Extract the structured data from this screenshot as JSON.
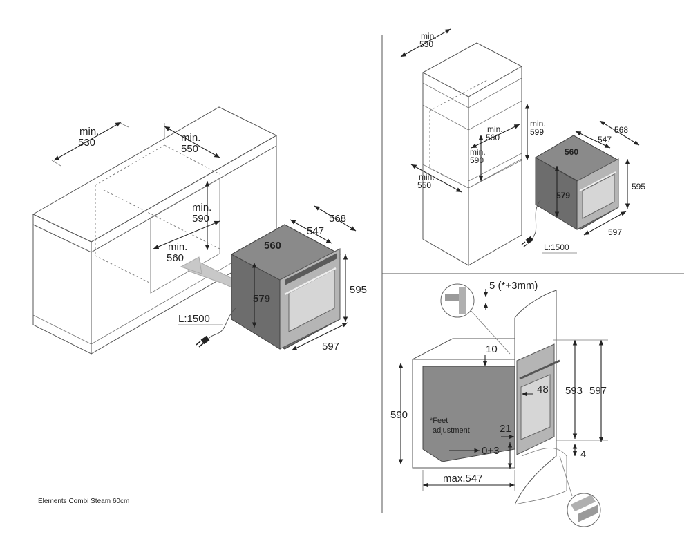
{
  "caption": "Elements Combi Steam 60cm",
  "left_drawing": {
    "depth_label": [
      "min.",
      "530"
    ],
    "width_label": [
      "min.",
      "550"
    ],
    "height_label": [
      "min.",
      "590"
    ],
    "inner_label": [
      "min.",
      "560"
    ],
    "oven_width": "560",
    "oven_depth_547": "547",
    "oven_depth_568": "568",
    "oven_height_579": "579",
    "oven_height_595": "595",
    "oven_front_width": "597",
    "cable_length": "L:1500"
  },
  "top_right_drawing": {
    "depth_label": [
      "min.",
      "530"
    ],
    "height_label": [
      "min.",
      "599"
    ],
    "inner_label": [
      "min.",
      "560"
    ],
    "height2_label": [
      "min.",
      "590"
    ],
    "width_label": [
      "min.",
      "550"
    ],
    "oven_width": "560",
    "oven_depth_547": "547",
    "oven_depth_568": "568",
    "oven_height_579": "579",
    "oven_height_595": "595",
    "oven_front_width": "597",
    "cable_length": "L:1500"
  },
  "bottom_right_drawing": {
    "gap_label": "5 (*+3mm)",
    "top_gap": "10",
    "niche_height": "590",
    "door_depth": "48",
    "front_height_593": "593",
    "front_height_597": "597",
    "feet_note": [
      "*Feet",
      "adjustment"
    ],
    "bottom_offset": "21",
    "feet_range": "0+3",
    "bottom_gap": "4",
    "max_depth": "max.547"
  }
}
